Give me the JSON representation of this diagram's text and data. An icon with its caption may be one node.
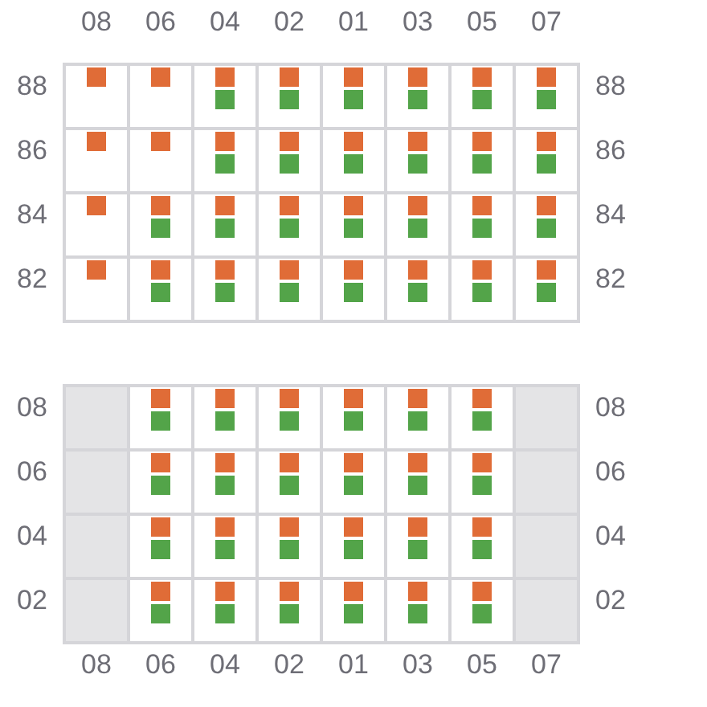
{
  "diagram": {
    "labels": [
      "08",
      "06",
      "04",
      "02",
      "01",
      "03",
      "05",
      "07",
      "88",
      "88",
      "86",
      "86",
      "84",
      "84",
      "82",
      "82",
      "08",
      "08",
      "06",
      "06",
      "04",
      "04",
      "02",
      "02",
      "08",
      "06",
      "04",
      "02",
      "01",
      "03",
      "05",
      "07"
    ]
  }
}
